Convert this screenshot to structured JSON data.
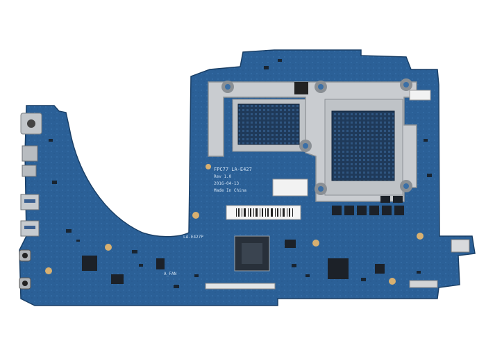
{
  "board": {
    "silk_model": "FPC77 LA-E427",
    "silk_rev": "Rev 1.0",
    "silk_date": "2016-04-13",
    "silk_origin": "Made In China",
    "silk_code": "LA-E427P",
    "silk_small": "A_FAN",
    "colors": {
      "pcb": "#2a5f95",
      "pcb_dark": "#1f4a78",
      "heatsink": "#c9ccd0",
      "chip": "#1d3450",
      "port": "#b8bcc0"
    }
  }
}
